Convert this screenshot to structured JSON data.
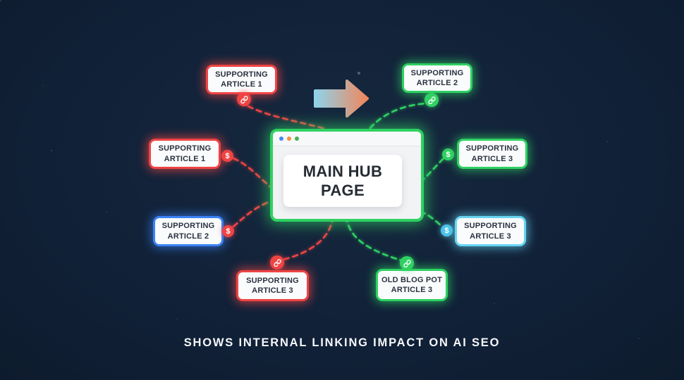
{
  "diagram_title": "SHOWS INTERNAL LINKING IMPACT ON AI SEO",
  "hub": {
    "title_line1": "MAIN HUB",
    "title_line2": "PAGE",
    "border_color": "#2fd162",
    "traffic_dots": [
      "#4a86f7",
      "#f2923c",
      "#45b058"
    ]
  },
  "arrow": {
    "gradient_start": "#8fd3ea",
    "gradient_end": "#f0875c"
  },
  "nodes": {
    "top_left": {
      "line1": "SUPPORTING",
      "line2": "ARTICLE 1",
      "border_color": "#ef4444",
      "badge_icon": "link",
      "badge_color": "#ef4444"
    },
    "top_right": {
      "line1": "SUPPORTING",
      "line2": "ARTICLE 2",
      "border_color": "#2fd162",
      "badge_icon": "link",
      "badge_color": "#2fd162"
    },
    "mid_left": {
      "line1": "SUPPORTING",
      "line2": "ARTICLE 1",
      "border_color": "#ef4444",
      "badge_icon": "dollar",
      "badge_color": "#ef4444"
    },
    "mid_right": {
      "line1": "SUPPORTING",
      "line2": "ARTICLE 3",
      "border_color": "#2fd162",
      "badge_icon": "dollar",
      "badge_color": "#2fd162"
    },
    "lower_left": {
      "line1": "SUPPORTING",
      "line2": "ARTICLE 2",
      "border_color": "#3b82f6",
      "badge_icon": "dollar",
      "badge_color": "#ef4444"
    },
    "lower_right": {
      "line1": "SUPPORTING",
      "line2": "ARTICLE 3",
      "border_color": "#67d6f2",
      "badge_icon": "dollar",
      "badge_color": "#49c3e8"
    },
    "bottom_left": {
      "line1": "SUPPORTING",
      "line2": "ARTICLE 3",
      "border_color": "#ef4444",
      "badge_icon": "link",
      "badge_color": "#ef4444"
    },
    "bottom_right": {
      "line1": "OLD BLOG POT",
      "line2": "ARTICLE 3",
      "border_color": "#2fd162",
      "badge_icon": "link",
      "badge_color": "#2fd162"
    }
  },
  "badges": {
    "dollar_glyph": "$"
  },
  "connector_colors": {
    "left_side": "#ef4444",
    "right_side": "#2fd162"
  },
  "background_color": "#112138"
}
